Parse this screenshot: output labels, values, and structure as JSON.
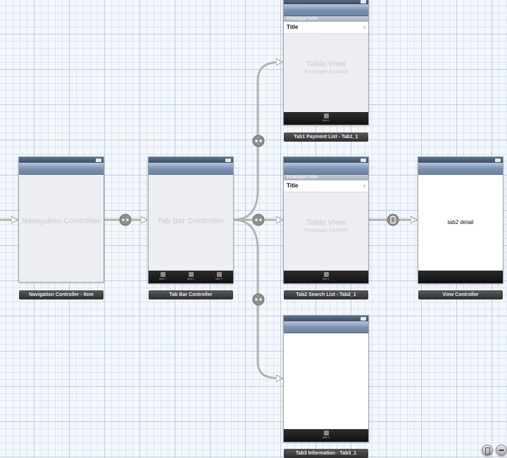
{
  "colors": {
    "canvas_background": "#f4f7fb",
    "segue_line": "#a8a8a8",
    "segue_badge": "#8d8d8d",
    "label_background": "#3a3a3a"
  },
  "scenes": {
    "navigation": {
      "placeholder": "Navigation Controller",
      "label": "Navigation Controller - Item"
    },
    "tabbar": {
      "placeholder": "Tab Bar Controller",
      "label": "Tab Bar Controller",
      "tab_items": [
        "Item 1",
        "Item 2",
        "Item 3"
      ]
    },
    "tab1": {
      "section_header": "Prototype Cells",
      "cell_title": "Title",
      "cell_chevron": "›",
      "placeholder": "Table View",
      "placeholder_sub": "Prototype Content",
      "tab_item": "Item 1",
      "label": "Tab1 Payment List - Tab1_1"
    },
    "tab2": {
      "section_header": "Prototype Cells",
      "cell_title": "Title",
      "cell_chevron": "›",
      "placeholder": "Table View",
      "placeholder_sub": "Prototype Content",
      "tab_item": "Item 2",
      "label": "Tab2 Search List - Tab2_1"
    },
    "tab3": {
      "tab_item": "Item 3",
      "label": "Tab3 Information - Tab3_1"
    },
    "detail": {
      "content_text": "tab2 detail",
      "label": "View Controller"
    }
  },
  "zoom_controls": [
    {
      "icon": "zoom-fit-icon"
    },
    {
      "icon": "zoom-out-icon"
    }
  ]
}
